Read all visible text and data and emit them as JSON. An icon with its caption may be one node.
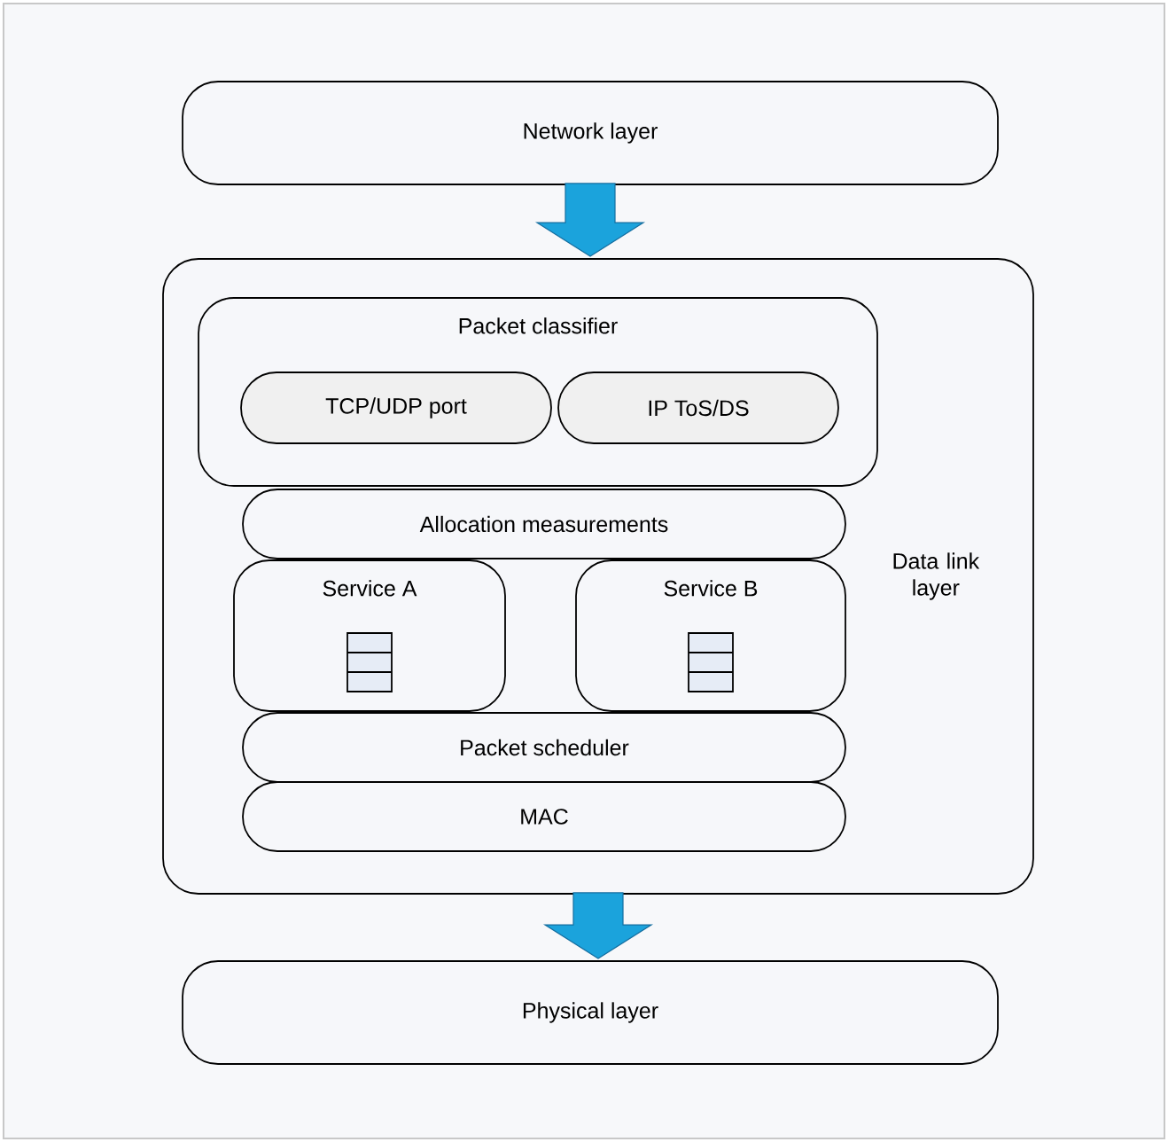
{
  "diagram": {
    "nodes": [
      {
        "text": [
          "Network layer"
        ]
      },
      {
        "text": [
          "Data link layer"
        ]
      },
      {
        "text": [
          "Packet classifier"
        ],
        "in": 1
      },
      {
        "text": [
          "TCP/UDP port"
        ],
        "in": 2
      },
      {
        "text": [
          "IP ToS/DS"
        ],
        "in": 2
      },
      {
        "text": [
          "Allocation measurements"
        ],
        "in": 1
      },
      {
        "text": [
          "Service A"
        ],
        "in": 1
      },
      {
        "text": [
          "Service B"
        ],
        "in": 1
      },
      {
        "text": [
          "Packet scheduler"
        ],
        "in": 1
      },
      {
        "text": [
          "MAC"
        ],
        "in": 1
      },
      {
        "text": [
          "Physical layer"
        ]
      }
    ],
    "edges": [
      {
        "from": 0,
        "to": 1,
        "arrow": "to"
      },
      {
        "from": 1,
        "to": 10,
        "arrow": "to"
      }
    ]
  }
}
